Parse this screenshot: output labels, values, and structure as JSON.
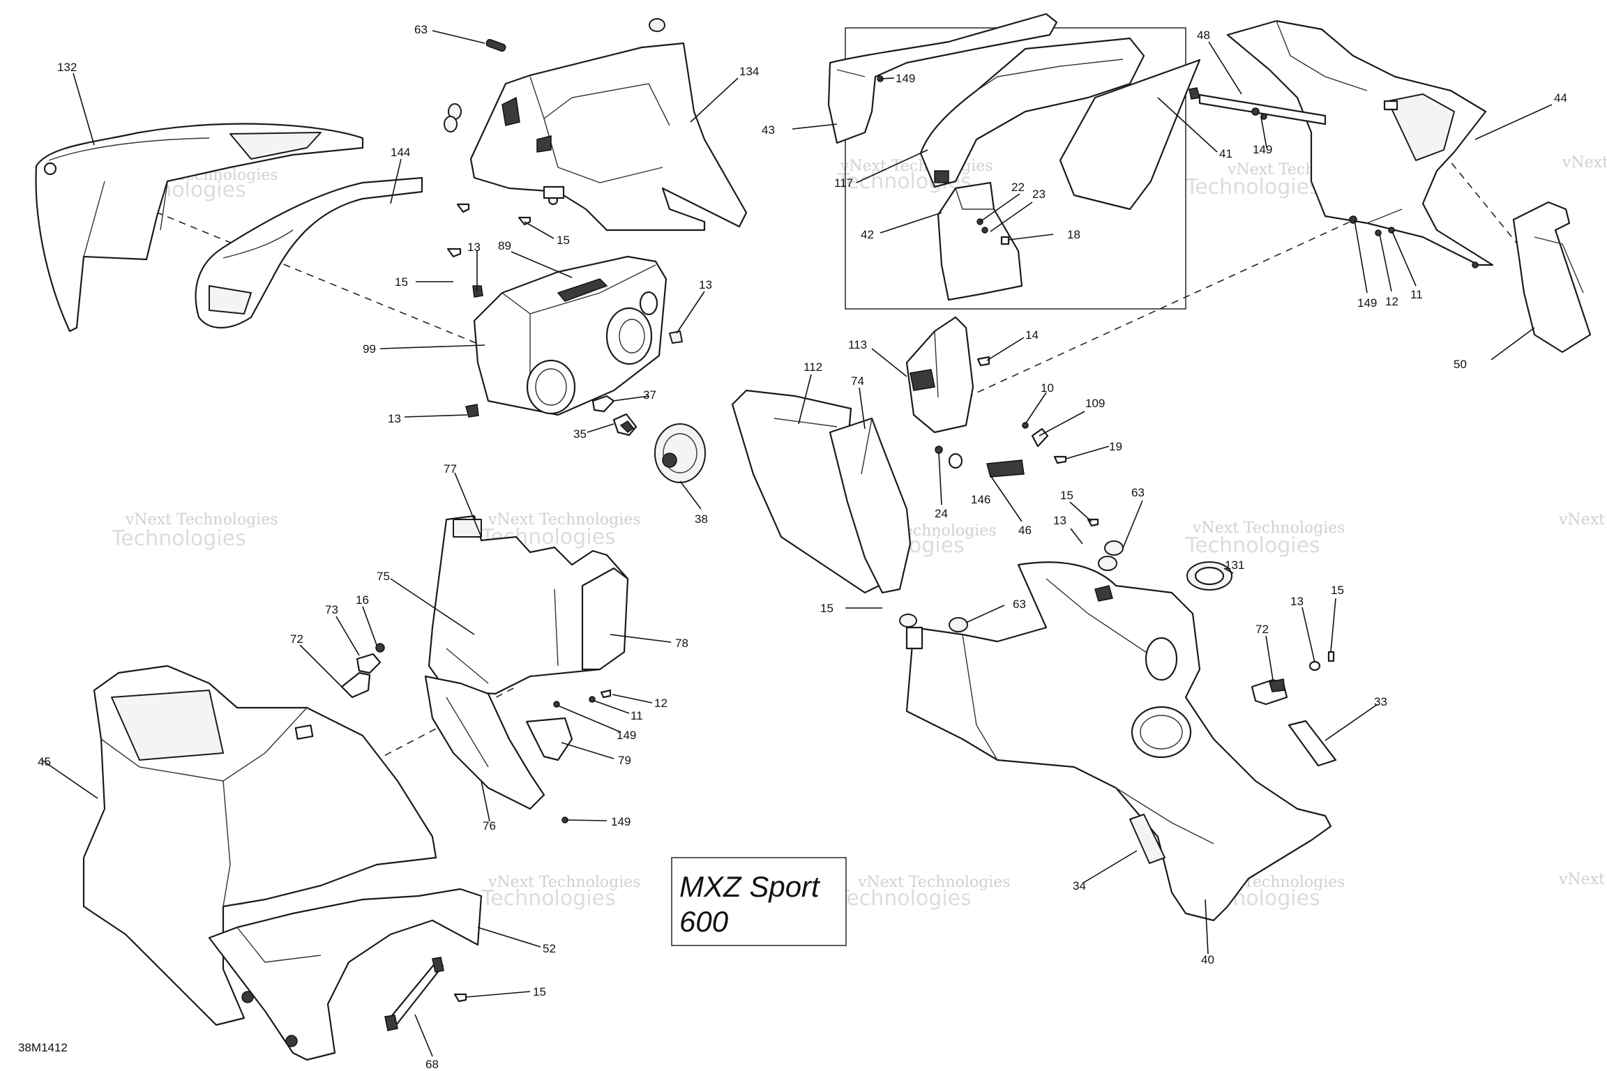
{
  "diagram": {
    "model_line1": "MXZ Sport",
    "model_line2": "600",
    "document_id": "38M1412",
    "watermark_small": "vNext Technologies",
    "watermark_large": "Technologies"
  },
  "callouts": {
    "c132": "132",
    "c63a": "63",
    "c134": "134",
    "c144": "144",
    "c15a": "15",
    "c15b": "15",
    "c13a": "13",
    "c89": "89",
    "c13b": "13",
    "c99": "99",
    "c13c": "13",
    "c37": "37",
    "c35": "35",
    "c38": "38",
    "c149a": "149",
    "c43": "43",
    "c117": "117",
    "c22": "22",
    "c23": "23",
    "c18": "18",
    "c42": "42",
    "c41": "41",
    "c48": "48",
    "c149b": "149",
    "c44": "44",
    "c149c": "149",
    "c12a": "12",
    "c11a": "11",
    "c50": "50",
    "c113": "113",
    "c112": "112",
    "c74": "74",
    "c14": "14",
    "c10": "10",
    "c109": "109",
    "c19": "19",
    "c24": "24",
    "c146": "146",
    "c46": "46",
    "c15c": "15",
    "c63b": "63",
    "c13d": "13",
    "c131": "131",
    "c15d": "15",
    "c63c": "63",
    "c13e": "13",
    "c15e": "15",
    "c72a": "72",
    "c33": "33",
    "c77": "77",
    "c75": "75",
    "c73": "73",
    "c16": "16",
    "c72b": "72",
    "c78": "78",
    "c12b": "12",
    "c11b": "11",
    "c149d": "149",
    "c79": "79",
    "c45": "45",
    "c76": "76",
    "c149e": "149",
    "c52": "52",
    "c15f": "15",
    "c68": "68",
    "c34": "34",
    "c40": "40"
  }
}
